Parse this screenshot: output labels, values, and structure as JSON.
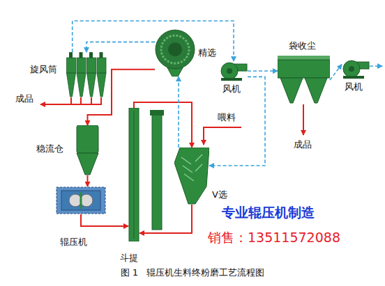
{
  "diagram": {
    "caption": "图 1   辊压机生料终粉磨工艺流程图",
    "nodes": [
      {
        "text": [
          "旋风筒"
        ]
      },
      {
        "text": [
          "精选"
        ]
      },
      {
        "text": [
          "风机"
        ]
      },
      {
        "text": [
          "袋收尘"
        ]
      },
      {
        "text": [
          "风机"
        ]
      },
      {
        "text": [
          "稳流仓"
        ]
      },
      {
        "text": [
          "V选"
        ]
      },
      {
        "text": [
          "辊压机"
        ]
      },
      {
        "text": [
          "斗提"
        ]
      }
    ],
    "edges": [
      {
        "from": 1,
        "to": 0,
        "arrow": "to"
      },
      {
        "from": 0,
        "to": 2,
        "arrow": "to"
      },
      {
        "from": 2,
        "to": 3,
        "arrow": "to"
      },
      {
        "from": 3,
        "to": 4,
        "arrow": "to"
      },
      {
        "from": 2,
        "to": 6,
        "arrow": "to"
      },
      {
        "from": 1,
        "to": 5,
        "arrow": "to"
      },
      {
        "from": 5,
        "to": 7,
        "arrow": "to"
      },
      {
        "from": 7,
        "to": 8,
        "arrow": "to"
      },
      {
        "from": 8,
        "to": 6,
        "arrow": "to"
      },
      {
        "from": 6,
        "to": 8,
        "arrow": "to"
      },
      {
        "from": 6,
        "to": 1,
        "arrow": "to"
      }
    ],
    "labels": [
      "成品",
      "喂料",
      "成品",
      "专业辊压机制造",
      "销售：13511572088"
    ]
  }
}
